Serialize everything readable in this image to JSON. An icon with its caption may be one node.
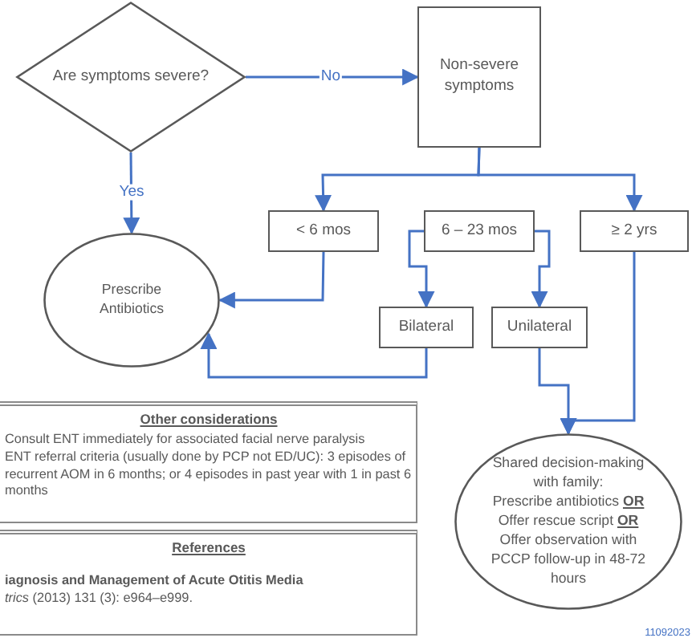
{
  "diagram": {
    "nodes": [
      {
        "text": [
          "Are symptoms severe?"
        ]
      },
      {
        "text": [
          "Non-severe symptoms"
        ]
      },
      {
        "text": [
          "< 6 mos"
        ]
      },
      {
        "text": [
          "6 – 23 mos"
        ]
      },
      {
        "text": [
          "≥ 2 yrs"
        ]
      },
      {
        "text": [
          "Prescribe Antibiotics"
        ]
      },
      {
        "text": [
          "Bilateral"
        ]
      },
      {
        "text": [
          "Unilateral"
        ]
      },
      {
        "text": [
          "Other considerations",
          "Consult ENT immediately for associated facial nerve paralysis",
          "ENT referral criteria (usually done by PCP not ED/UC): 3 episodes of recurrent AOM in 6 months; or 4 episodes in past year with 1 in past 6 months"
        ]
      },
      {
        "text": [
          "References",
          "iagnosis and Management of Acute Otitis Media",
          "*trics* (2013) 131 (3): e964–e999."
        ]
      },
      {
        "text": [
          "Shared decision-making with family:",
          "Prescribe antibiotics **OR**",
          "Offer rescue script **OR**",
          "Offer observation with PCCP follow-up in 48-72 hours"
        ]
      }
    ],
    "edges": [
      {
        "from": 0,
        "to": 5,
        "arrow": "to",
        "label": "Yes"
      },
      {
        "from": 0,
        "to": 1,
        "arrow": "to",
        "label": "No"
      },
      {
        "from": 1,
        "to": 2,
        "arrow": "to"
      },
      {
        "from": 1,
        "to": 4,
        "arrow": "to"
      },
      {
        "from": 2,
        "to": 5,
        "arrow": "to"
      },
      {
        "from": 3,
        "to": 6,
        "arrow": "to"
      },
      {
        "from": 3,
        "to": 7,
        "arrow": "to"
      },
      {
        "from": 6,
        "to": 5,
        "arrow": "to"
      },
      {
        "from": 7,
        "to": 10,
        "arrow": "to"
      },
      {
        "from": 4,
        "to": 10,
        "arrow": "to"
      }
    ],
    "labels": [
      "11092023"
    ]
  }
}
